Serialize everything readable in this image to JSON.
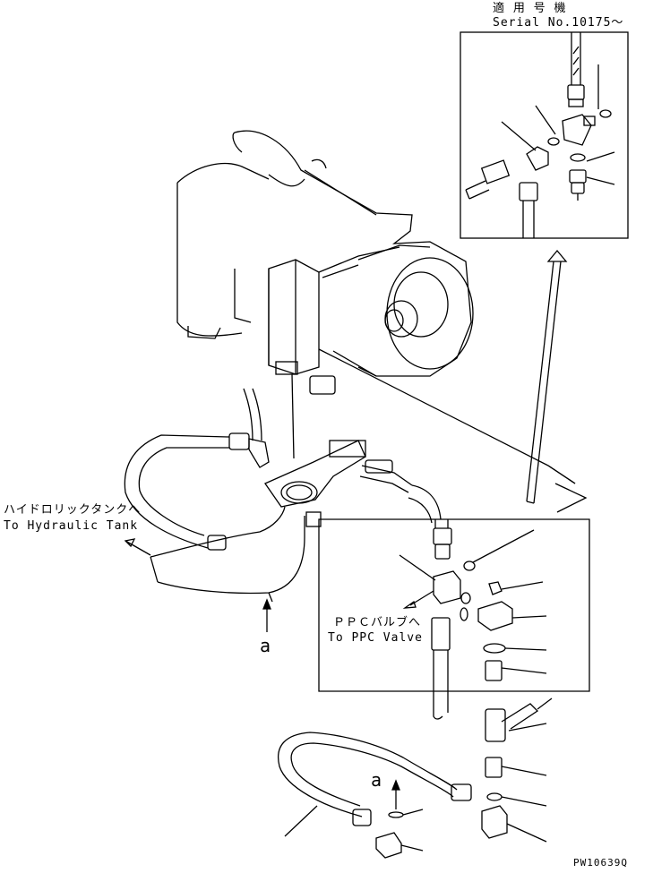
{
  "header": {
    "applicable_models_jp": "適 用 号 機",
    "serial": "Serial No.10175～"
  },
  "labels": {
    "hydraulic_tank_jp": "ハイドロリックタンクへ",
    "hydraulic_tank_en": "To Hydraulic Tank",
    "ppc_valve_jp": "ＰＰＣバルブへ",
    "ppc_valve_en": "To PPC Valve",
    "view_a_top": "a",
    "view_a_bottom": "a"
  },
  "footer": {
    "drawing_number": "PW10639Q"
  }
}
